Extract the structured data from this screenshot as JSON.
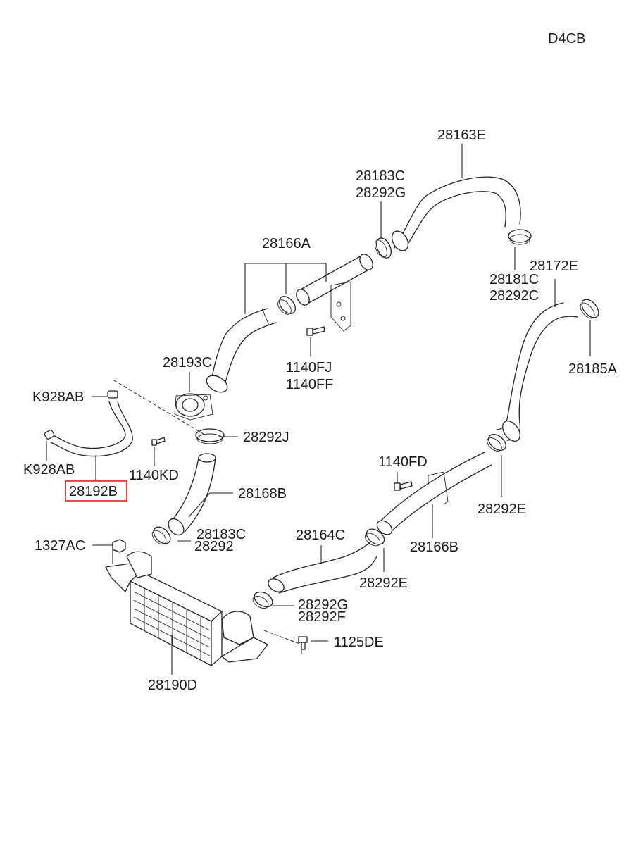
{
  "engine_code": "D4CB",
  "highlighted_part": "28192B",
  "labels": {
    "p28163E": "28163E",
    "p28183C_top": "28183C",
    "p28292G_top": "28292G",
    "p28166A": "28166A",
    "p28181C": "28181C",
    "p28292C": "28292C",
    "p28172E": "28172E",
    "p28185A": "28185A",
    "p28193C": "28193C",
    "p1140FJ": "1140FJ",
    "p1140FF": "1140FF",
    "pK928AB_top": "K928AB",
    "pK928AB_bottom": "K928AB",
    "p28292J": "28292J",
    "p1140KD": "1140KD",
    "p28192B": "28192B",
    "p28168B": "28168B",
    "p1140FD": "1140FD",
    "p28292E_right": "28292E",
    "p1327AC": "1327AC",
    "p28183C_mid": "28183C",
    "p28292": "28292",
    "p28164C": "28164C",
    "p28166B": "28166B",
    "p28292E_mid": "28292E",
    "p28292G_low": "28292G",
    "p28292F": "28292F",
    "p1125DE": "1125DE",
    "p28190D": "28190D"
  },
  "colors": {
    "line": "#222222",
    "highlight": "#e02020",
    "background": "#ffffff"
  }
}
